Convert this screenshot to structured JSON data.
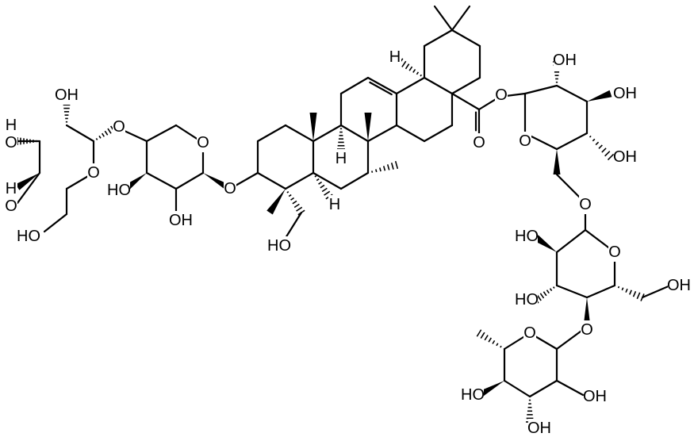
{
  "atom_labels": {
    "glc1_oh2": "OH",
    "glc1_h3": "H",
    "glc1_o3": "O",
    "glc1_h4": "H",
    "glc1_o4": "O",
    "glc1_ring_o": "O",
    "glc1_ho6": "HO",
    "ara_link_o": "O",
    "ara_ring_o": "O",
    "ara_ho3": "HO",
    "ara_oh2": "OH",
    "ara_c3_o": "O",
    "c23_ho": "HO",
    "h5": "H",
    "h9": "H",
    "h18": "H",
    "ester_o": "O",
    "carbonyl_o": "O",
    "glc2_oh2": "OH",
    "glc2_oh3": "OH",
    "glc2_ring_o": "O",
    "glc2_oh4": "OH",
    "glc2_c6_o": "O",
    "glc3_ho2": "HO",
    "glc3_ring_o": "O",
    "glc3_ho3": "HO",
    "glc3_oh6": "OH",
    "glc3_link_o": "O",
    "rha_ring_o": "O",
    "rha_ho4": "HO",
    "rha_oh2": "OH",
    "rha_oh3": "OH"
  }
}
